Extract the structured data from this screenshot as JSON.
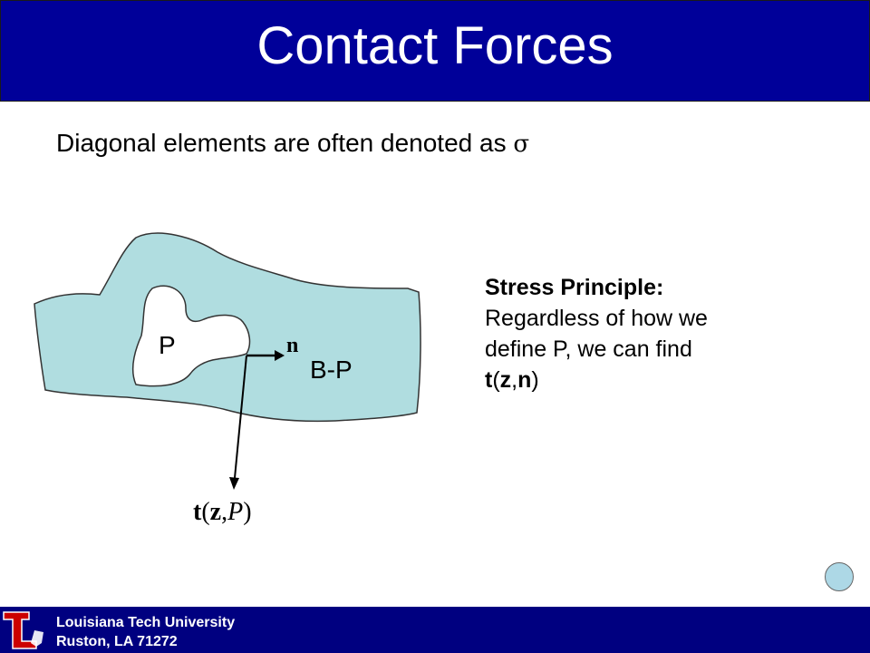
{
  "slide": {
    "title": "Contact Forces",
    "subtitle_text": "Diagonal elements are often denoted as",
    "subtitle_symbol": "σ"
  },
  "diagram": {
    "label_p": "P",
    "label_bp": "B-P",
    "label_n": "n",
    "traction_t": "t",
    "traction_z": "z",
    "traction_p": "P",
    "colors": {
      "body_fill": "#b0dde0",
      "outline": "#333333"
    }
  },
  "principle": {
    "heading": "Stress Principle:",
    "line1": "Regardless of how we",
    "line2": "define P, we can find",
    "t": "t",
    "z": "z",
    "n": "n"
  },
  "footer": {
    "line1": "Louisiana Tech University",
    "line2": "Ruston, LA 71272",
    "colors": {
      "background": "#000080",
      "logo_red": "#cc0000"
    }
  }
}
